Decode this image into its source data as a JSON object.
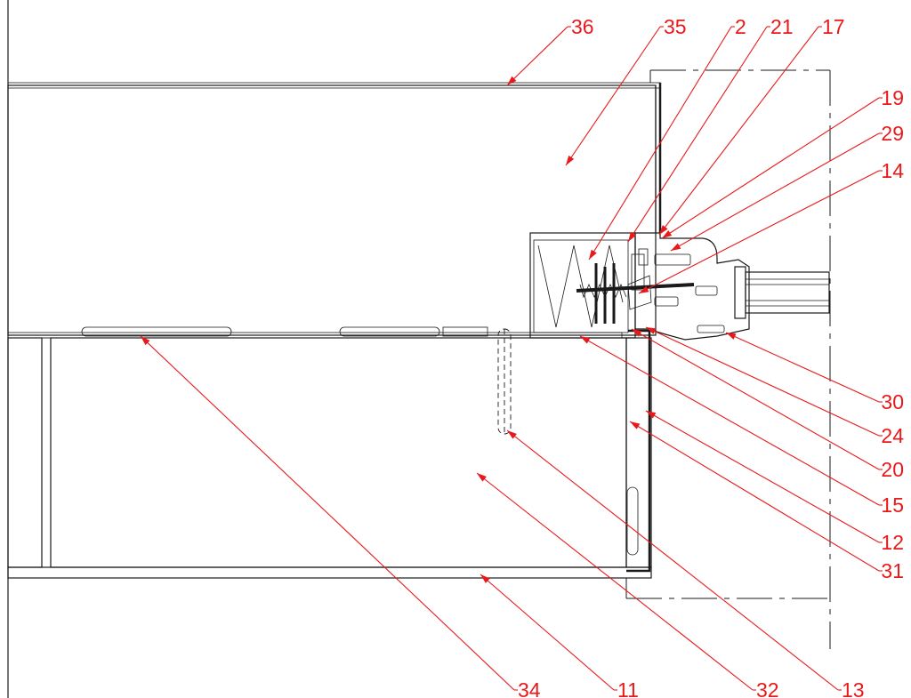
{
  "colors": {
    "callout": "#e8191a",
    "linework": "#1a1a1a",
    "panel_fill": "#dcdcdc",
    "plaster_fill": "#eeeeee",
    "background": "#ffffff"
  },
  "callouts": [
    {
      "id": "36",
      "label": "36"
    },
    {
      "id": "35",
      "label": "35"
    },
    {
      "id": "2",
      "label": "2"
    },
    {
      "id": "21",
      "label": "21"
    },
    {
      "id": "17",
      "label": "17"
    },
    {
      "id": "19",
      "label": "19"
    },
    {
      "id": "29",
      "label": "29"
    },
    {
      "id": "14",
      "label": "14"
    },
    {
      "id": "30",
      "label": "30"
    },
    {
      "id": "24",
      "label": "24"
    },
    {
      "id": "20",
      "label": "20"
    },
    {
      "id": "15",
      "label": "15"
    },
    {
      "id": "12",
      "label": "12"
    },
    {
      "id": "31",
      "label": "31"
    },
    {
      "id": "34",
      "label": "34"
    },
    {
      "id": "11",
      "label": "11"
    },
    {
      "id": "32",
      "label": "32"
    },
    {
      "id": "13",
      "label": "13"
    }
  ]
}
